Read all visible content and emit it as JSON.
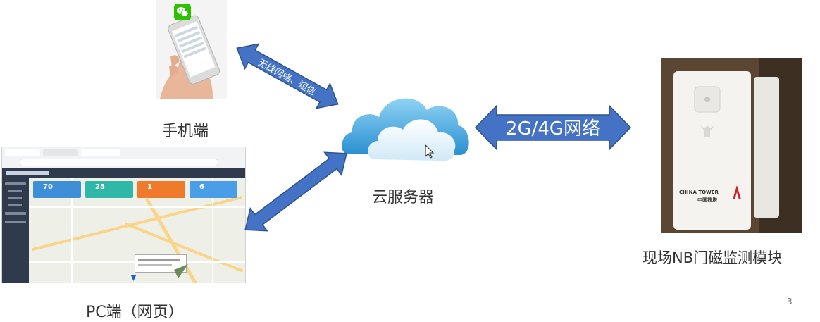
{
  "nodes": {
    "mobile": {
      "label": "手机端"
    },
    "pc": {
      "label": "PC端（网页）"
    },
    "cloud": {
      "label": "云服务器"
    },
    "device": {
      "label": "现场NB门磁监测模块"
    }
  },
  "links": {
    "mobile_cloud": {
      "label": "无线网络、短信"
    },
    "device_cloud": {
      "label": "2G/4G网络"
    }
  },
  "pc_screenshot": {
    "cards": [
      {
        "value": "70",
        "color": "#3f8ed8"
      },
      {
        "value": "25",
        "color": "#2fb8a8"
      },
      {
        "value": "1",
        "color": "#f07a2c"
      },
      {
        "value": "6",
        "color": "#4a9ee8"
      }
    ]
  },
  "device_photo": {
    "brand_en": "CHINA TOWER",
    "brand_cn": "中国铁塔"
  },
  "page_number": "3",
  "colors": {
    "arrow_fill": "#4472c4",
    "arrow_stroke": "#2f528f",
    "label": "#333333"
  }
}
